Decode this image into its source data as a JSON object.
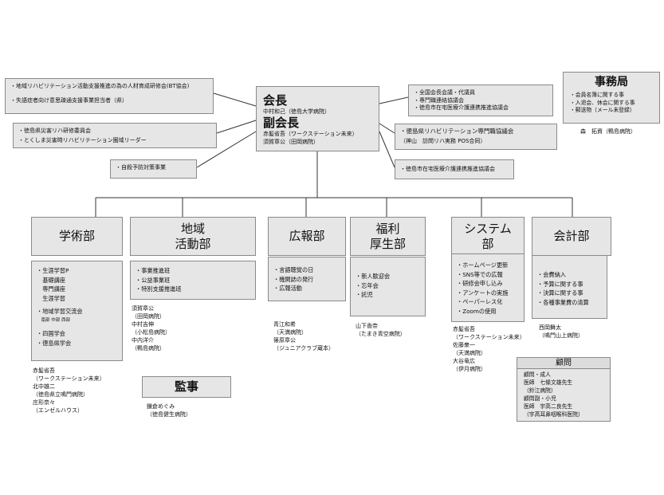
{
  "left_boxes": {
    "box1": [
      "・地域リハビリテーション活動支援推進の為の人材育成研修会(BT協会)",
      "・失語症者向け意思疎通支援事業担当者（県）"
    ],
    "box2": [
      "・徳島県災害リハ研修委員会",
      "・とくしま災害時リハビリテーション圏域リーダー"
    ],
    "box3": [
      "・自殺予防対策事業"
    ]
  },
  "center": {
    "president_title": "会長",
    "president_name": "中村和己（徳島大学病院）",
    "vp_title": "副会長",
    "vp_names": "赤髪省吾（ワークステーション未来）\n須賀章公（田岡病院）"
  },
  "right_boxes": {
    "box1": [
      "・全国会長会議・代議員",
      "・専門職連絡協議会",
      "・徳島市在宅医療介護連携推進協議会"
    ],
    "box2": [
      "・徳島県リハビリテーション専門職協議会",
      "（神山　訪問リハ実務 POS合同）"
    ],
    "box3": [
      "・徳島市在宅医療介護連携推進協議会"
    ]
  },
  "secretariat": {
    "title": "事務局",
    "items": [
      "・会員名簿に関する事",
      "・入退会、休会に関する事",
      "・郵送物（メール未登録）"
    ],
    "person": "森　拓資（鴨島病院）"
  },
  "departments": {
    "academic": {
      "title": "学術部",
      "items": [
        "・生涯学習P",
        "　基礎講座",
        "　専門講座",
        "　生涯学習",
        "",
        "・地域学習交流会",
        "　南部  中部  西部",
        "",
        "・四国学会",
        "・徳島県学会"
      ],
      "members": "赤髪省吾\n（ワークステーション未来）\n北中雄二\n（徳島県立鳴門病院）\n庄形奈々\n（エンゼルハウス）"
    },
    "community": {
      "title": "地域\n活動部",
      "items": [
        "・事業推進班",
        "・公益事業班",
        "・特別支援推進班"
      ],
      "members": "須賀章公\n（田岡病院）\n中村吉伸\n（小松島病院）\n中内洋介\n（鴨島病院）"
    },
    "pr": {
      "title": "広報部",
      "items": [
        "・言語聴覚の日",
        "・機関誌の発行",
        "・広報活動"
      ],
      "members": "青江和希\n（天満病院）\n篠原章公\n（ジュニアクラブ蔵本）"
    },
    "welfare": {
      "title": "福利\n厚生部",
      "items": [
        "・新人歓迎会",
        "・忘年会",
        "・託児"
      ],
      "members": "山下香奈\n（たまき青空病院）"
    },
    "system": {
      "title": "システム\n部",
      "items": [
        "・ホームページ更新",
        "・SNS等での広報",
        "・研修会申し込み",
        "・アンケートの実施",
        "・ペーパーレス化",
        "・Zoomの使用"
      ],
      "members": "赤髪省吾\n（ワークステーション未来）\n佐藤衆一\n（天満病院）\n大谷竜広\n（伊月病院）"
    },
    "accounting": {
      "title": "会計部",
      "items": [
        "・会費納入",
        "・予算に関する事",
        "・決算に関する事",
        "・各種事業費の清算"
      ],
      "members": "西岡舞太\n（鳴門山上病院）"
    }
  },
  "advisors": {
    "title": "顧問",
    "lines": [
      "顧問・成人",
      "医師　七條文雄先生",
      "（鈴江病院）",
      "顧問副・小児",
      "医師　宇高二良先生",
      "（宇高耳鼻咽喉科医院）"
    ]
  },
  "auditor": {
    "title": "監事",
    "members": "鎌倉めぐみ\n（徳島健生病院）"
  }
}
